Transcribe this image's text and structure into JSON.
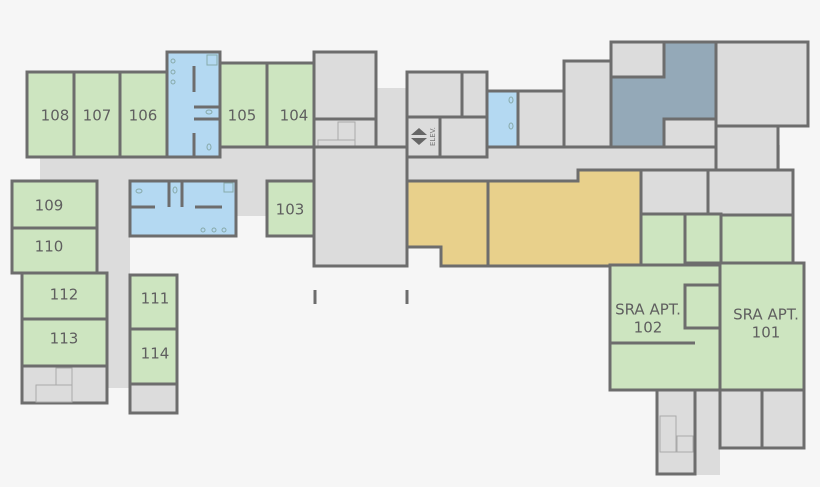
{
  "colors": {
    "background": "#f6f6f6",
    "wall": "#6d6d6d",
    "common": "#dcdcdc",
    "room": "#cde5c0",
    "restroom": "#b4d9f2",
    "assembly": "#e8d08b",
    "restricted": "#94a9b8"
  },
  "rooms": {
    "r108": "108",
    "r107": "107",
    "r106": "106",
    "r105": "105",
    "r104": "104",
    "r103": "103",
    "r109": "109",
    "r110": "110",
    "r112": "112",
    "r113": "113",
    "r111": "111",
    "r114": "114",
    "apt102_line1": "SRA APT.",
    "apt102_line2": "102",
    "apt101_line1": "SRA APT.",
    "apt101_line2": "101"
  },
  "elevator_label": "ELEV.",
  "icons": [
    "elevator-icon",
    "stairs-icon",
    "toilet-icon",
    "sink-icon",
    "shower-icon"
  ]
}
